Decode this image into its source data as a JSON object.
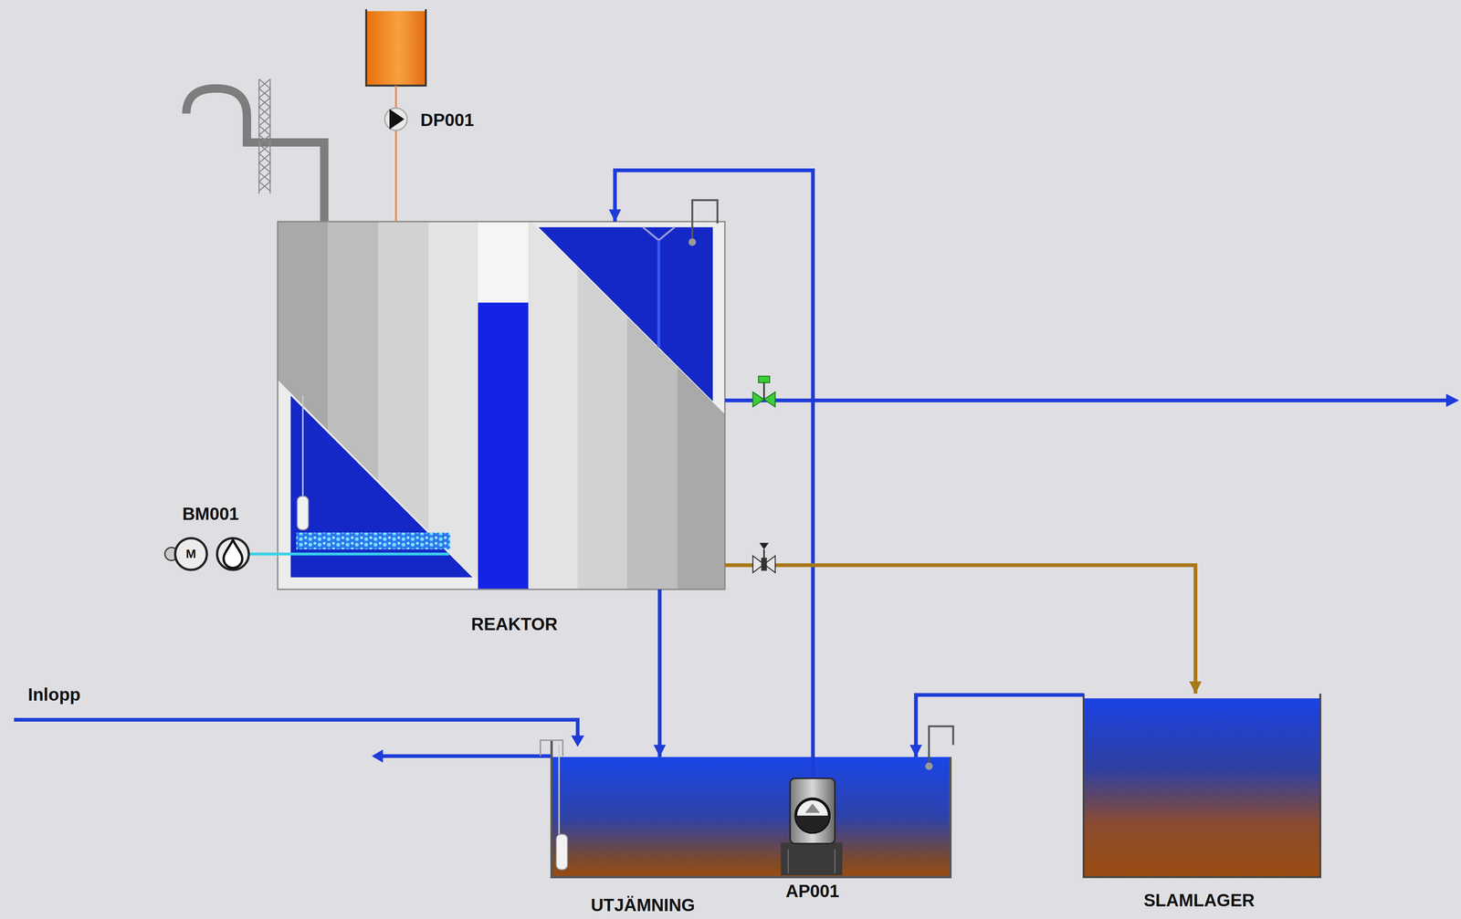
{
  "diagram": {
    "nodes": [
      {
        "text": [
          "DP001"
        ]
      },
      {
        "text": [
          "REAKTOR"
        ]
      },
      {
        "text": [
          "BM001"
        ]
      },
      {
        "text": [
          "UTJÄMNING"
        ]
      },
      {
        "text": [
          "AP001"
        ],
        "in": 3
      },
      {
        "text": [
          "SLAMLAGER"
        ]
      }
    ],
    "edges": [
      {
        "from": 0,
        "to": 1,
        "arrow": "none"
      },
      {
        "from": 2,
        "to": 1,
        "arrow": "none"
      },
      {
        "from": 4,
        "to": 1,
        "arrow": "to"
      },
      {
        "from": 1,
        "to": 3,
        "arrow": "to"
      },
      {
        "from": 1,
        "to": 5,
        "arrow": "to"
      },
      {
        "from": 5,
        "to": 3,
        "arrow": "to"
      }
    ],
    "labels": [
      "Inlopp",
      "M"
    ]
  }
}
